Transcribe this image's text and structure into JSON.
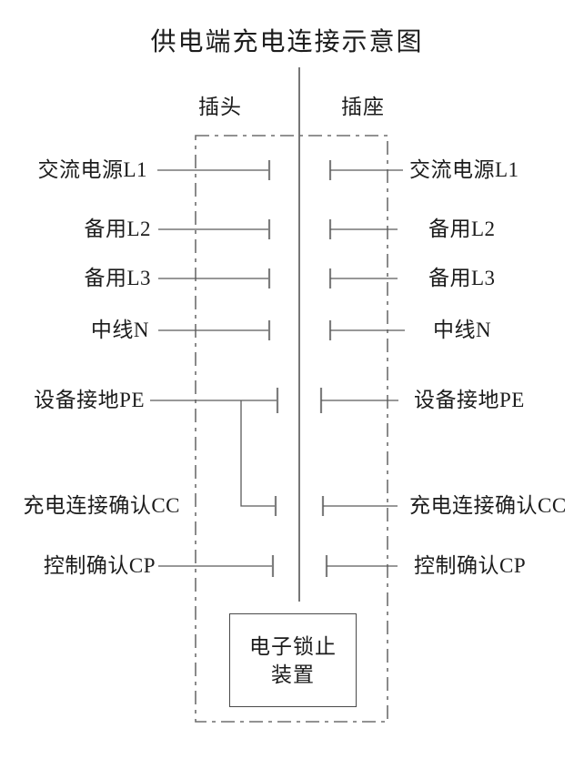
{
  "title": "供电端充电连接示意图",
  "headers": {
    "plug": "插头",
    "socket": "插座"
  },
  "pins": [
    {
      "id": "L1",
      "label": "交流电源L1"
    },
    {
      "id": "L2",
      "label": "备用L2"
    },
    {
      "id": "L3",
      "label": "备用L3"
    },
    {
      "id": "N",
      "label": "中线N"
    },
    {
      "id": "PE",
      "label": "设备接地PE"
    },
    {
      "id": "CC",
      "label": "充电连接确认CC"
    },
    {
      "id": "CP",
      "label": "控制确认CP"
    }
  ],
  "lock_device": {
    "line1": "电子锁止",
    "line2": "装置"
  },
  "colors": {
    "line": "#5a5a5a",
    "tick": "#7d7d7d",
    "text": "#1c1c1c",
    "background": "#ffffff"
  }
}
